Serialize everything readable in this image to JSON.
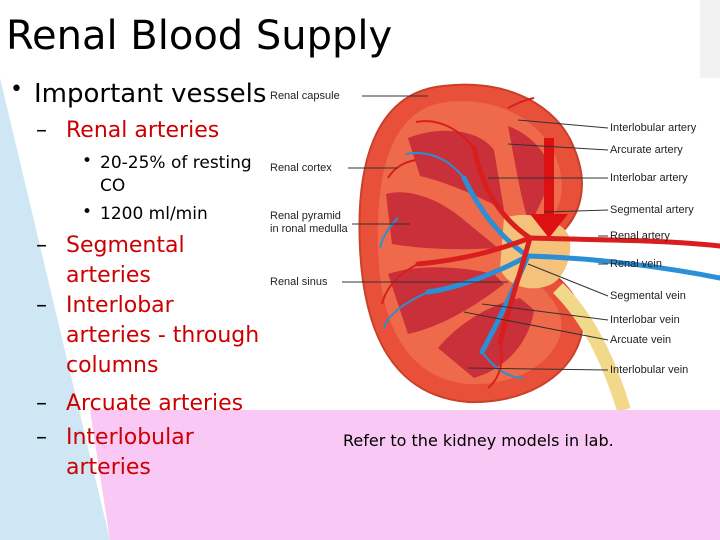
{
  "slide": {
    "title": "Renal Blood Supply",
    "bullet": "Important vessels",
    "items": [
      {
        "dash": "–",
        "text": "Renal arteries"
      },
      {
        "dash": "–",
        "line1": "Segmental",
        "line2": "arteries"
      },
      {
        "dash": "–",
        "line1": "Interlobar",
        "line2": "arteries - through",
        "line3": "columns"
      },
      {
        "dash": "–",
        "text": "Arcuate arteries"
      },
      {
        "dash": "–",
        "line1": "Interlobular",
        "line2": "arteries"
      }
    ],
    "subitems": [
      {
        "line1": "20-25% of resting",
        "line2": "CO"
      },
      {
        "line1": "1200 ml/min"
      }
    ],
    "note": "Refer to the kidney models in lab."
  },
  "figure": {
    "left_labels": {
      "capsule": "Renal capsule",
      "cortex": "Renal cortex",
      "pyramid_1": "Renal pyramid",
      "pyramid_2": "in ronal medulla",
      "sinus": "Renal sinus"
    },
    "right_labels": {
      "interlobular_artery": "Interlobular artery",
      "arcurate_artery": "Arcurate artery",
      "interlobar_artery": "Interlobar artery",
      "segmental_artery": "Segmental artery",
      "renal_artery": "Renal artery",
      "renal_vein": "Renal vein",
      "segmental_vein": "Segmental vein",
      "interlobar_vein": "Interlobar vein",
      "arcuate_vein": "Arcuate vein",
      "interlobular_vein": "Interlobular vein"
    }
  },
  "colors": {
    "background_left": "#cfe6f5",
    "background_bottom": "#f9c8f5",
    "cortex": "#e8503a",
    "medulla": "#c9303a",
    "artery": "#d91e1e",
    "vein": "#2a8fd6",
    "sub_item_text": "#cc0000",
    "pointer_arrow": "#dd1111"
  }
}
